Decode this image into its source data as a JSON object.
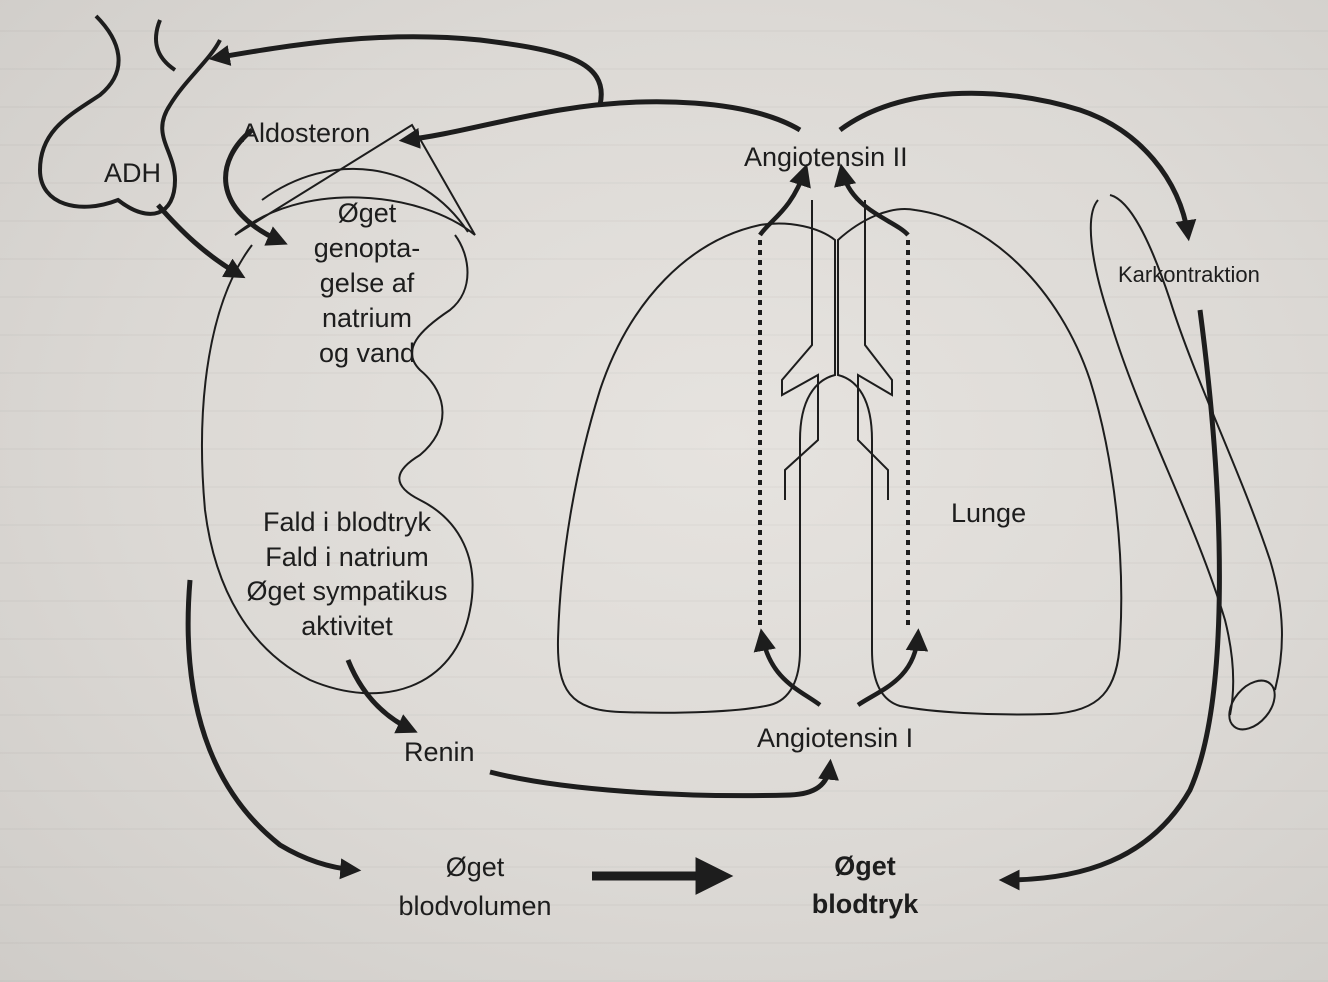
{
  "labels": {
    "adh": "ADH",
    "aldosterone": "Aldosteron",
    "angiotensin_2": "Angiotensin II",
    "vasoconstriction": "Karkontraktion",
    "reabsorption": [
      "Øget",
      "genopta-",
      "gelse af",
      "natrium",
      "og vand"
    ],
    "kidney_triggers": [
      "Fald i blodtryk",
      "Fald i natrium",
      "Øget sympatikus",
      "aktivitet"
    ],
    "lung": "Lunge",
    "renin": "Renin",
    "angiotensin_1": "Angiotensin I",
    "blood_volume": [
      "Øget",
      "blodvolumen"
    ],
    "blood_pressure": [
      "Øget",
      "blodtryk"
    ]
  },
  "colors": {
    "ink": "#1d1d1d",
    "paper": "#dcd9d5"
  }
}
